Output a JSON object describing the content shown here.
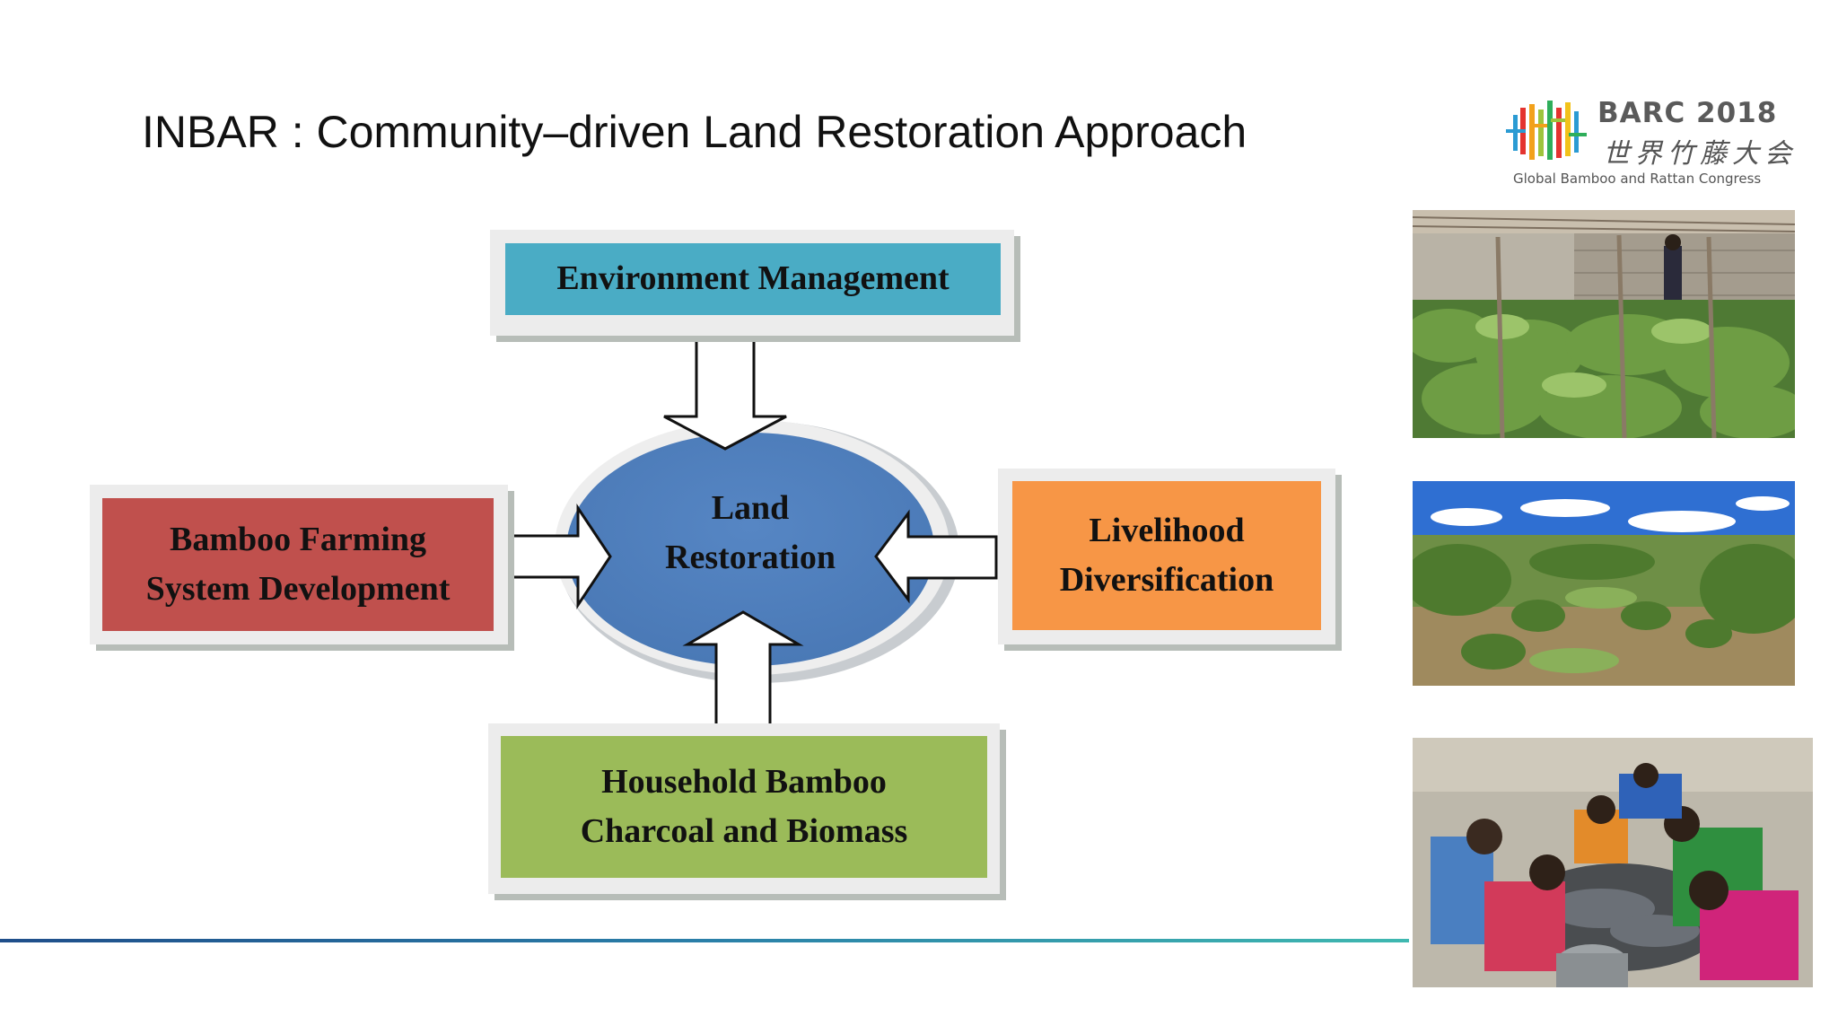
{
  "slide": {
    "title": "INBAR : Community–driven Land Restoration Approach"
  },
  "logo": {
    "name": "BARC 2018",
    "chinese": "世界竹藤大会",
    "subtitle": "Global Bamboo and Rattan Congress"
  },
  "diagram": {
    "center": {
      "line1": "Land",
      "line2": "Restoration"
    },
    "top": {
      "label": "Environment Management",
      "color": "#4aacc5"
    },
    "left": {
      "line1": "Bamboo Farming",
      "line2": "System Development",
      "color": "#c0504d"
    },
    "right": {
      "line1": "Livelihood",
      "line2": "Diversification",
      "color": "#f79646"
    },
    "bottom": {
      "line1": "Household Bamboo",
      "line2": "Charcoal and Biomass",
      "color": "#9bbb59"
    },
    "center_color": "#4f81bd"
  },
  "photos": [
    {
      "name": "bamboo-nursery-photo"
    },
    {
      "name": "bamboo-field-photo"
    },
    {
      "name": "charcoal-workers-photo"
    }
  ]
}
